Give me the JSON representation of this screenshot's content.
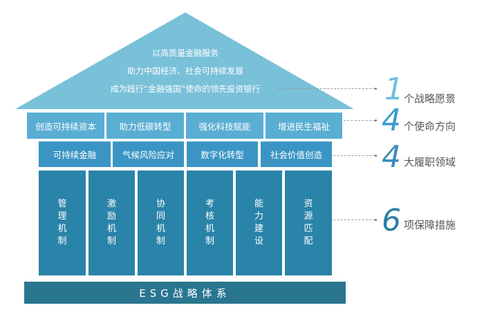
{
  "roof": {
    "lines": [
      "以高质量金融服务",
      "助力中国经济、社会可持续发展",
      "成为践行“金融强国”使命的领先投资银行"
    ]
  },
  "missions": [
    "创造可持续资本",
    "助力低碳转型",
    "强化科技赋能",
    "增进民生福祉"
  ],
  "areas": [
    "可持续金融",
    "气候风险应对",
    "数字化转型",
    "社会价值创造"
  ],
  "pillars": [
    [
      "管",
      "理",
      "机",
      "制"
    ],
    [
      "激",
      "励",
      "机",
      "制"
    ],
    [
      "协",
      "同",
      "机",
      "制"
    ],
    [
      "考",
      "核",
      "机",
      "制"
    ],
    [
      "能",
      "力",
      "建",
      "设"
    ],
    [
      "资",
      "源",
      "匹",
      "配"
    ]
  ],
  "base": "ESG战略体系",
  "legend": [
    {
      "num": "1",
      "label": "个战略愿景",
      "color": "#6cc0dc"
    },
    {
      "num": "4",
      "label": "个使命方向",
      "color": "#3a9dcb"
    },
    {
      "num": "4",
      "label": "大履职领域",
      "color": "#3a8fbe"
    },
    {
      "num": "6",
      "label": "项保障措施",
      "color": "#2a7fa6"
    }
  ]
}
